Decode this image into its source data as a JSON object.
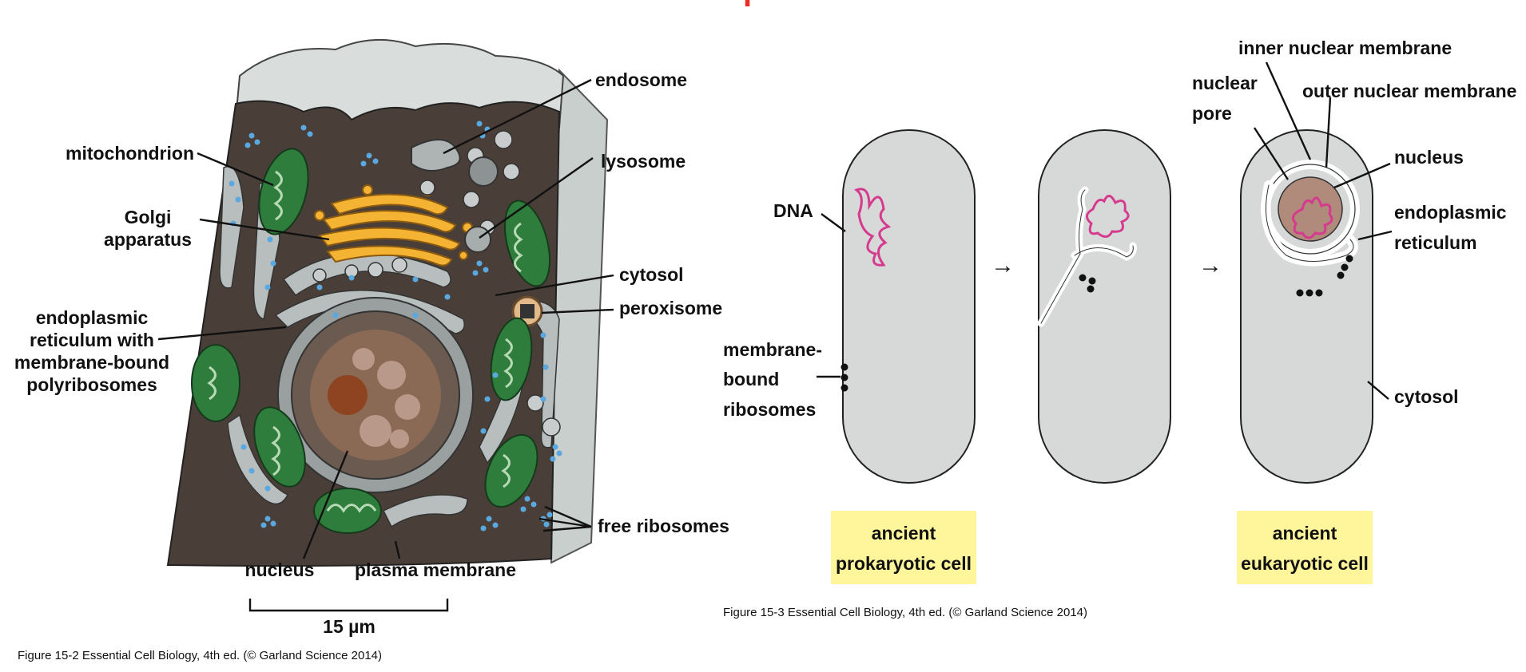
{
  "header": {
    "partial_title": "r",
    "title_color": "#ee2b24"
  },
  "figure_left": {
    "labels": {
      "mitochondrion": "mitochondrion",
      "golgi_1": "Golgi",
      "golgi_2": "apparatus",
      "er_1": "endoplasmic",
      "er_2": "reticulum with",
      "er_3": "membrane-bound",
      "er_4": "polyribosomes",
      "endosome": "endosome",
      "lysosome": "lysosome",
      "cytosol": "cytosol",
      "peroxisome": "peroxisome",
      "free_ribosomes": "free ribosomes",
      "nucleus": "nucleus",
      "plasma_membrane": "plasma membrane",
      "scale": "15 µm"
    },
    "caption": "Figure 15-2  Essential Cell Biology, 4th ed. (© Garland Science 2014)",
    "colors": {
      "cytoplasm": "#4a3f38",
      "exterior": "#d8dcdb",
      "mitochondria": "#2f7d3c",
      "golgi": "#f5b333",
      "ribosomes": "#5aa8e0",
      "nucleus": "#8a6a55"
    }
  },
  "figure_right": {
    "labels": {
      "dna": "DNA",
      "membrane_bound_1": "membrane-",
      "membrane_bound_2": "bound",
      "membrane_bound_3": "ribosomes",
      "inner_nuclear_membrane": "inner nuclear membrane",
      "nuclear_pore_1": "nuclear",
      "nuclear_pore_2": "pore",
      "outer_nuclear_membrane": "outer nuclear membrane",
      "nucleus": "nucleus",
      "er_1": "endoplasmic",
      "er_2": "reticulum",
      "cytosol": "cytosol",
      "prokaryote_1": "ancient",
      "prokaryote_2": "prokaryotic cell",
      "eukaryote_1": "ancient",
      "eukaryote_2": "eukaryotic cell"
    },
    "caption": "Figure 15-3  Essential Cell Biology, 4th ed. (© Garland Science 2014)",
    "colors": {
      "cell": "#d6d9d8",
      "dna": "#d63a8e",
      "highlight": "#fff59a",
      "nucleus": "#b08a7a"
    }
  }
}
